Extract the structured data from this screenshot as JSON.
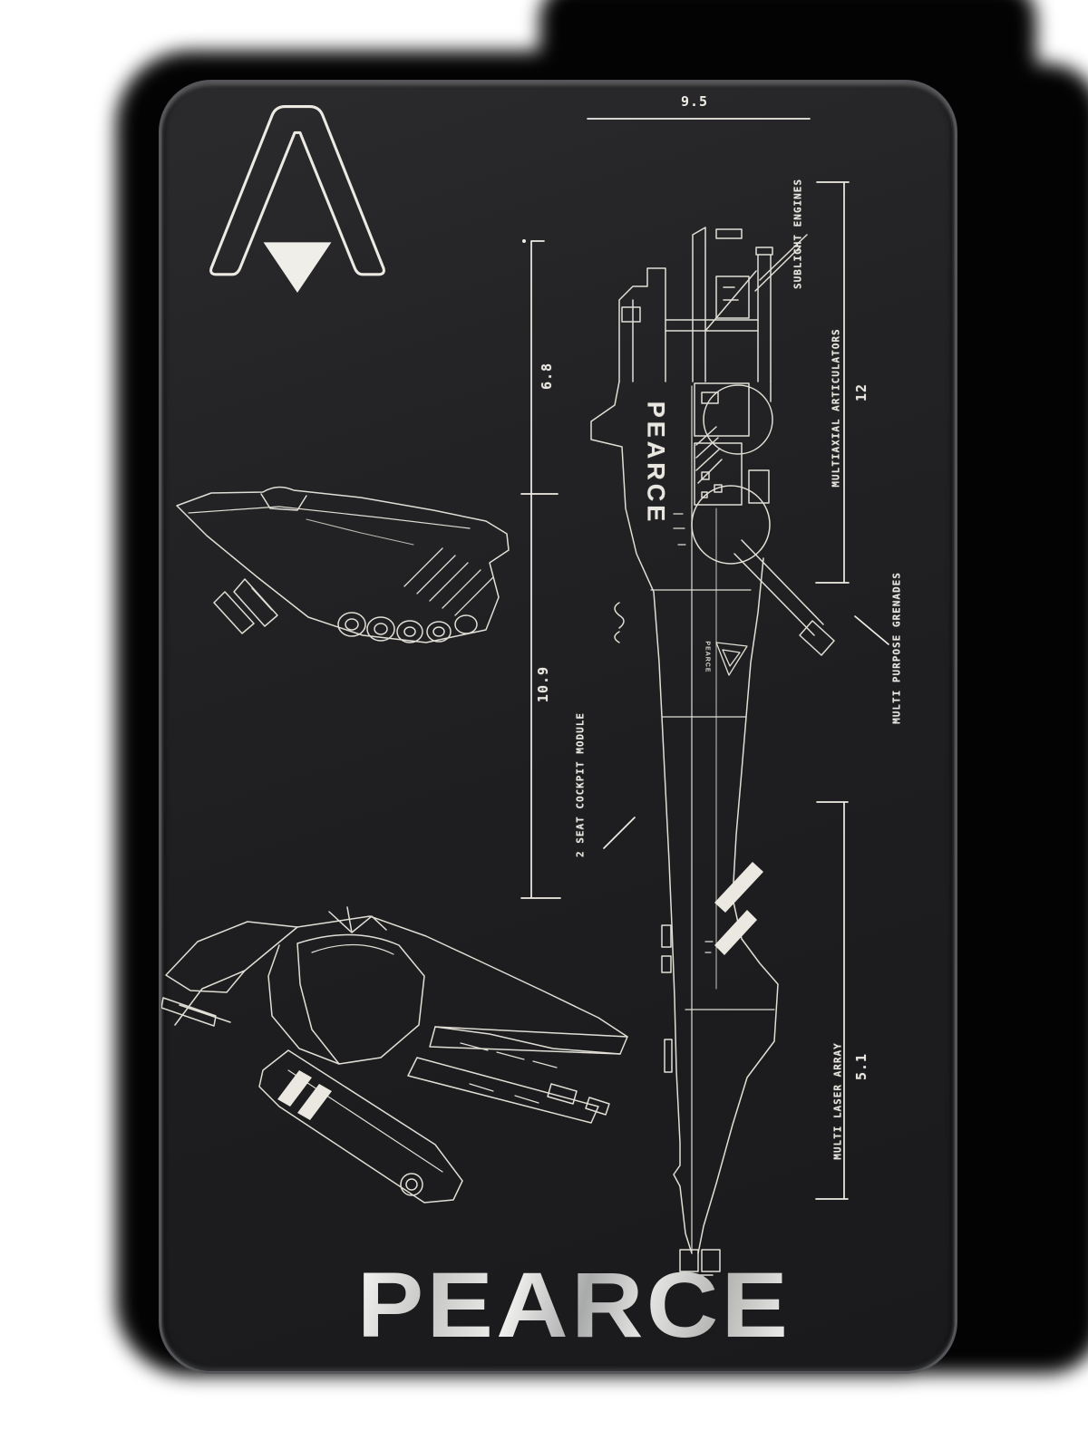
{
  "card": {
    "brand_logo": "chevron-arrow-logo",
    "ship_name": "PEARCE",
    "hull_text": "PEARCE",
    "hull_badge_text": "PEARCE"
  },
  "dimensions": {
    "overall_width": "9.5",
    "engine_section_length": "6.8",
    "fuselage_length": "10.9",
    "articulator_span": "12",
    "laser_array_span": "5.1"
  },
  "callouts": {
    "sublight": "SUBLIGHT ENGINES",
    "articulators": "MULTIAXIAL ARTICULATORS",
    "grenades": "MULTI PURPOSE GRENADES",
    "cockpit": "2 SEAT COCKPIT MODULE",
    "laser": "MULTI LASER ARRAY"
  },
  "colors": {
    "page_bg": "#ffffff",
    "photo_backdrop": "#030303",
    "card_surface": "#202023",
    "engraving": "#e8e6de"
  }
}
